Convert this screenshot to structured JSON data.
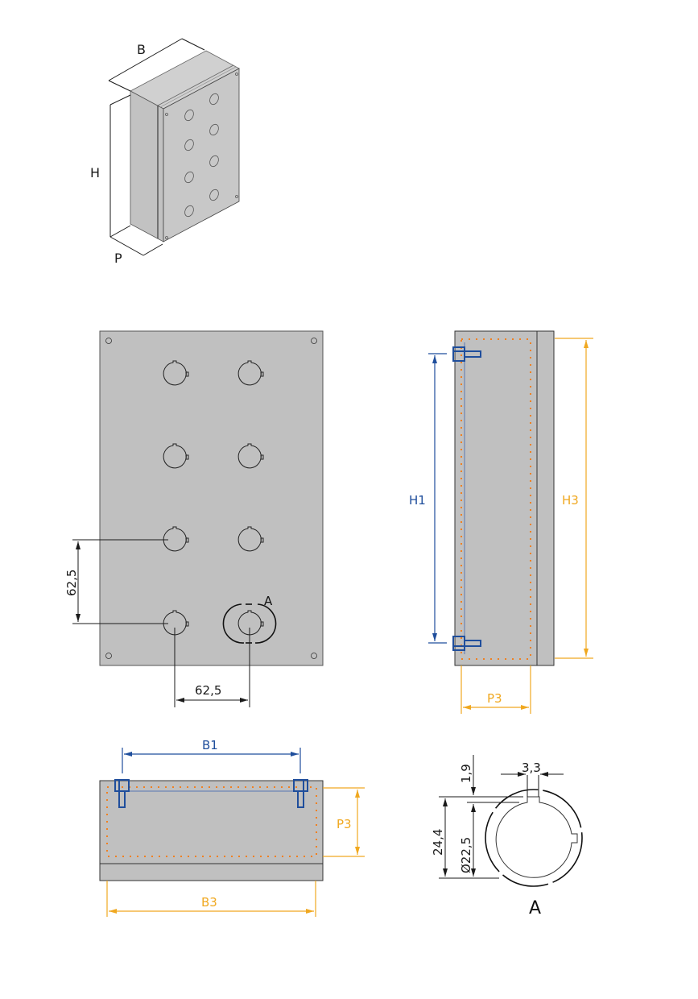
{
  "colors": {
    "body_fill": "#c0c0c0",
    "outline": "#333333",
    "dim_black": "#1a1a1a",
    "blue": "#1f4e9c",
    "orange": "#f0a820",
    "dotted": "#f08020"
  },
  "isometric_view": {
    "labels": {
      "width": "B",
      "height": "H",
      "depth": "P"
    }
  },
  "front_view": {
    "hole_grid": {
      "columns": 2,
      "rows": 4
    },
    "dims": {
      "vertical_spacing": "62,5",
      "horizontal_spacing": "62,5"
    },
    "detail_marker": "A"
  },
  "side_view": {
    "labels": {
      "h1": "H1",
      "h3": "H3",
      "p3": "P3"
    }
  },
  "top_view": {
    "labels": {
      "b1": "B1",
      "b3": "B3",
      "p3": "P3"
    }
  },
  "detail_a": {
    "title": "A",
    "dims": {
      "key_width": "3,3",
      "key_depth": "1,9",
      "overall": "24,4",
      "diameter": "Ø22,5"
    }
  }
}
